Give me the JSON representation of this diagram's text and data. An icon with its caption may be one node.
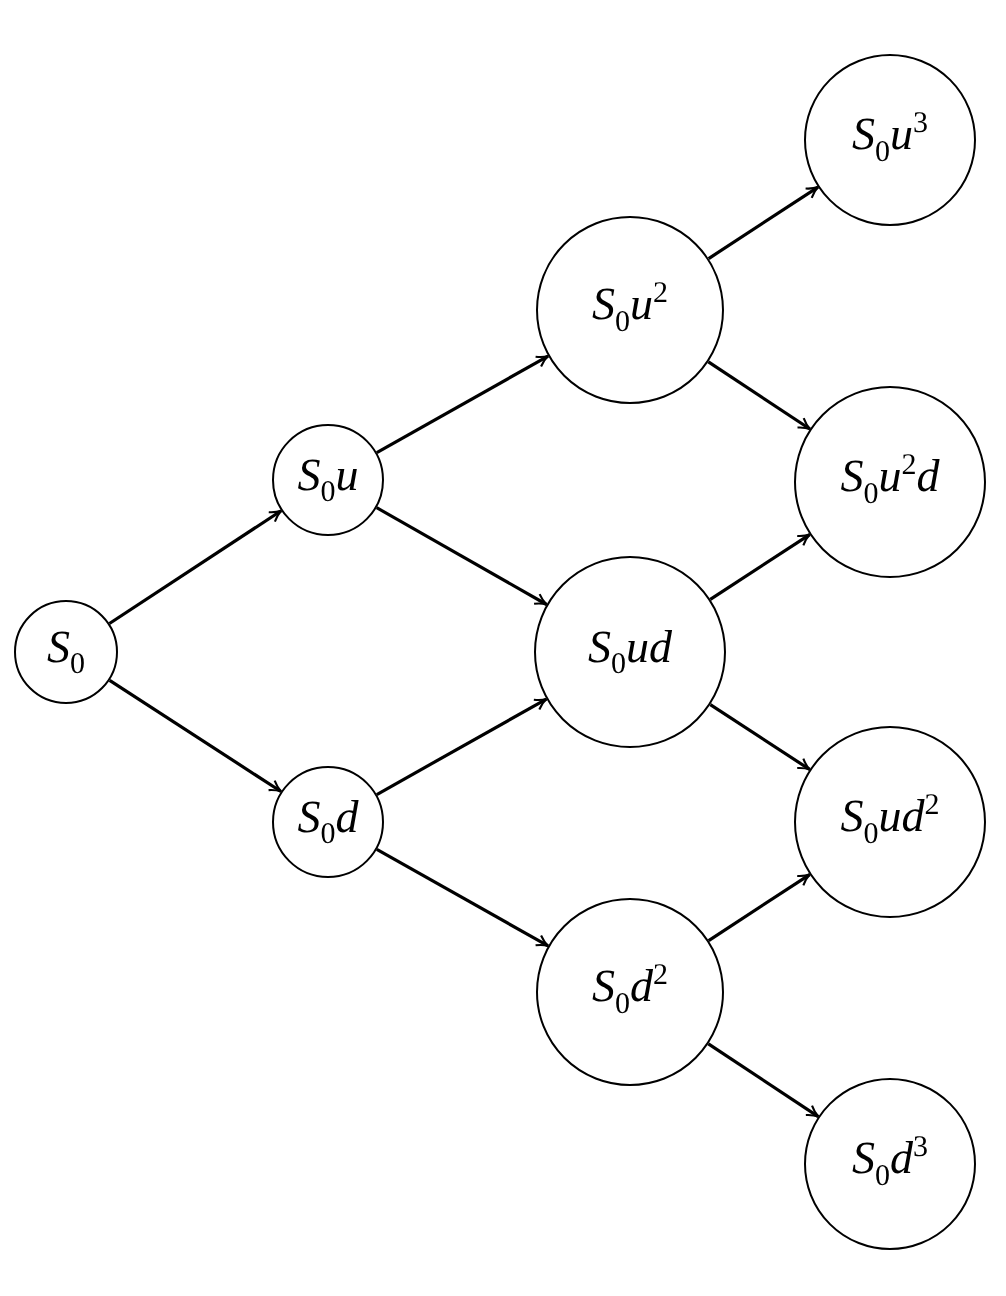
{
  "diagram": {
    "nodes": [
      {
        "text": [
          "*S*$_{0}$"
        ]
      },
      {
        "text": [
          "*S*$_{0}$*u*"
        ]
      },
      {
        "text": [
          "*S*$_{0}$*d*"
        ]
      },
      {
        "text": [
          "*S*$_{0}$*u*$^{2}$"
        ]
      },
      {
        "text": [
          "*S*$_{0}$*ud*"
        ]
      },
      {
        "text": [
          "*S*$_{0}$*d*$^{2}$"
        ]
      },
      {
        "text": [
          "*S*$_{0}$*u*$^{3}$"
        ]
      },
      {
        "text": [
          "*S*$_{0}$*u*$^{2}$*d*"
        ]
      },
      {
        "text": [
          "*S*$_{0}$*ud*$^{2}$"
        ]
      },
      {
        "text": [
          "*S*$_{0}$*d*$^{3}$"
        ]
      }
    ],
    "edges": [
      {
        "from": 0,
        "to": 1,
        "arrow": "to"
      },
      {
        "from": 0,
        "to": 2,
        "arrow": "to"
      },
      {
        "from": 1,
        "to": 3,
        "arrow": "to"
      },
      {
        "from": 1,
        "to": 4,
        "arrow": "to"
      },
      {
        "from": 2,
        "to": 4,
        "arrow": "to"
      },
      {
        "from": 2,
        "to": 5,
        "arrow": "to"
      },
      {
        "from": 3,
        "to": 6,
        "arrow": "to"
      },
      {
        "from": 3,
        "to": 7,
        "arrow": "to"
      },
      {
        "from": 4,
        "to": 7,
        "arrow": "to"
      },
      {
        "from": 4,
        "to": 8,
        "arrow": "to"
      },
      {
        "from": 5,
        "to": 8,
        "arrow": "to"
      },
      {
        "from": 5,
        "to": 9,
        "arrow": "to"
      }
    ]
  }
}
